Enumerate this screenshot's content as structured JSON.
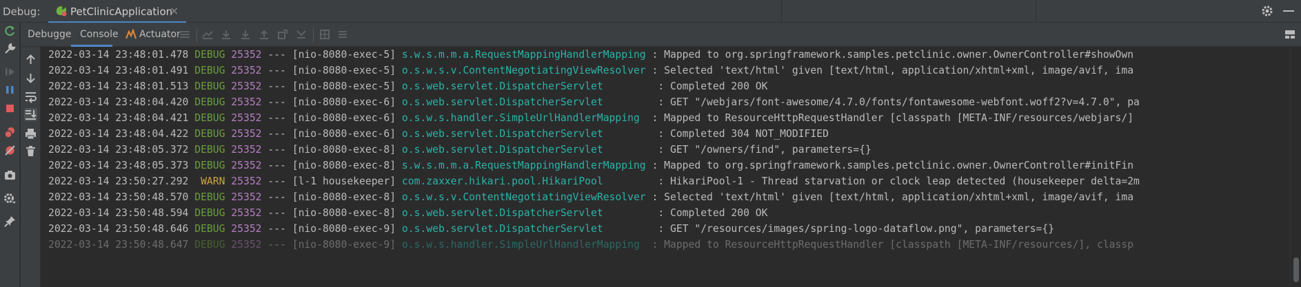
{
  "header": {
    "debug_label": "Debug:",
    "tab_label": "PetClinicApplication",
    "tab_close": "×"
  },
  "tabs": [
    {
      "label": "Debugger"
    },
    {
      "label": "Console"
    },
    {
      "label": "Actuator"
    }
  ],
  "colors": {
    "accent": "#4a88c7",
    "debug": "#6a9e3c",
    "warn": "#c9a441",
    "pid": "#b57ec2",
    "logger": "#2bb3a8",
    "rerun": "#59a869",
    "stop": "#db5c5c"
  },
  "icons": {
    "left": [
      "rerun-icon",
      "wrench-icon",
      "resume-icon",
      "pause-icon",
      "stop-icon",
      "view-breakpoints-icon",
      "mute-breakpoints-icon",
      "camera-icon",
      "settings-icon",
      "pin-icon"
    ],
    "side": [
      "scroll-up-icon",
      "scroll-down-icon",
      "soft-wrap-icon",
      "scroll-to-end-icon",
      "print-icon",
      "trash-icon"
    ]
  },
  "log": [
    {
      "ts": "2022-03-14 23:48:01.478",
      "level": "DEBUG",
      "pid": "25352",
      "sep": "---",
      "thread": "[nio-8080-exec-5]",
      "logger": "s.w.s.m.m.a.RequestMappingHandlerMapping",
      "msg": ": Mapped to org.springframework.samples.petclinic.owner.OwnerController#showOwn"
    },
    {
      "ts": "2022-03-14 23:48:01.491",
      "level": "DEBUG",
      "pid": "25352",
      "sep": "---",
      "thread": "[nio-8080-exec-5]",
      "logger": "o.s.w.s.v.ContentNegotiatingViewResolver",
      "msg": ": Selected 'text/html' given [text/html, application/xhtml+xml, image/avif, ima"
    },
    {
      "ts": "2022-03-14 23:48:01.513",
      "level": "DEBUG",
      "pid": "25352",
      "sep": "---",
      "thread": "[nio-8080-exec-5]",
      "logger": "o.s.web.servlet.DispatcherServlet",
      "msg": ": Completed 200 OK"
    },
    {
      "ts": "2022-03-14 23:48:04.420",
      "level": "DEBUG",
      "pid": "25352",
      "sep": "---",
      "thread": "[nio-8080-exec-6]",
      "logger": "o.s.web.servlet.DispatcherServlet",
      "msg": ": GET \"/webjars/font-awesome/4.7.0/fonts/fontawesome-webfont.woff2?v=4.7.0\", pa"
    },
    {
      "ts": "2022-03-14 23:48:04.421",
      "level": "DEBUG",
      "pid": "25352",
      "sep": "---",
      "thread": "[nio-8080-exec-6]",
      "logger": "o.s.w.s.handler.SimpleUrlHandlerMapping",
      "msg": ": Mapped to ResourceHttpRequestHandler [classpath [META-INF/resources/webjars/]"
    },
    {
      "ts": "2022-03-14 23:48:04.422",
      "level": "DEBUG",
      "pid": "25352",
      "sep": "---",
      "thread": "[nio-8080-exec-6]",
      "logger": "o.s.web.servlet.DispatcherServlet",
      "msg": ": Completed 304 NOT_MODIFIED"
    },
    {
      "ts": "2022-03-14 23:48:05.372",
      "level": "DEBUG",
      "pid": "25352",
      "sep": "---",
      "thread": "[nio-8080-exec-8]",
      "logger": "o.s.web.servlet.DispatcherServlet",
      "msg": ": GET \"/owners/find\", parameters={}"
    },
    {
      "ts": "2022-03-14 23:48:05.373",
      "level": "DEBUG",
      "pid": "25352",
      "sep": "---",
      "thread": "[nio-8080-exec-8]",
      "logger": "s.w.s.m.m.a.RequestMappingHandlerMapping",
      "msg": ": Mapped to org.springframework.samples.petclinic.owner.OwnerController#initFin"
    },
    {
      "ts": "2022-03-14 23:50:27.292",
      "level": " WARN",
      "pid": "25352",
      "sep": "---",
      "thread": "[l-1 housekeeper]",
      "logger": "com.zaxxer.hikari.pool.HikariPool",
      "msg": ": HikariPool-1 - Thread starvation or clock leap detected (housekeeper delta=2m"
    },
    {
      "ts": "2022-03-14 23:50:48.570",
      "level": "DEBUG",
      "pid": "25352",
      "sep": "---",
      "thread": "[nio-8080-exec-8]",
      "logger": "o.s.w.s.v.ContentNegotiatingViewResolver",
      "msg": ": Selected 'text/html' given [text/html, application/xhtml+xml, image/avif, ima"
    },
    {
      "ts": "2022-03-14 23:50:48.594",
      "level": "DEBUG",
      "pid": "25352",
      "sep": "---",
      "thread": "[nio-8080-exec-8]",
      "logger": "o.s.web.servlet.DispatcherServlet",
      "msg": ": Completed 200 OK"
    },
    {
      "ts": "2022-03-14 23:50:48.646",
      "level": "DEBUG",
      "pid": "25352",
      "sep": "---",
      "thread": "[nio-8080-exec-9]",
      "logger": "o.s.web.servlet.DispatcherServlet",
      "msg": ": GET \"/resources/images/spring-logo-dataflow.png\", parameters={}"
    },
    {
      "ts": "2022-03-14 23:50:48.647",
      "level": "DEBUG",
      "pid": "25352",
      "sep": "---",
      "thread": "[nio-8080-exec-9]",
      "logger": "o.s.w.s.handler.SimpleUrlHandlerMapping",
      "msg": ": Mapped to ResourceHttpRequestHandler [classpath [META-INF/resources/], classp"
    }
  ]
}
